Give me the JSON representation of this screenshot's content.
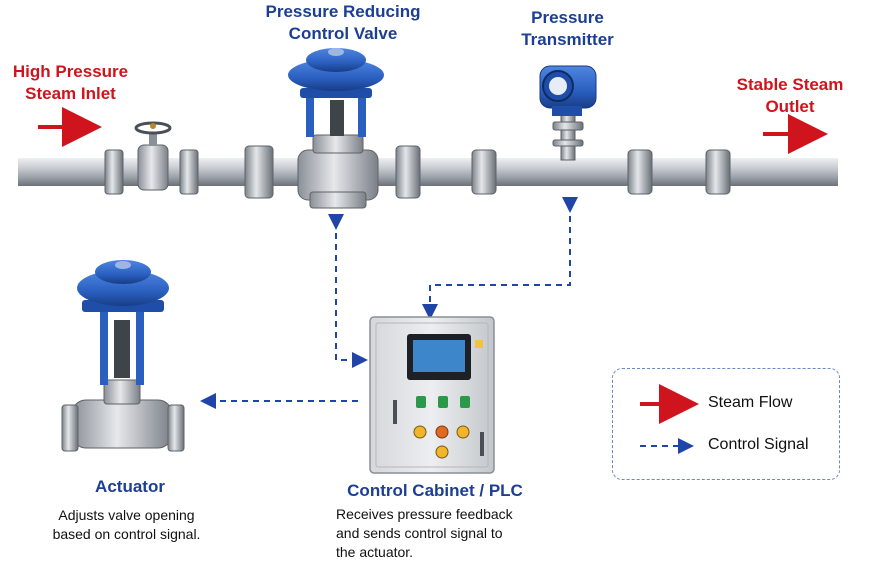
{
  "labels": {
    "high_pressure_inlet": [
      "High Pressure",
      "Steam Inlet"
    ],
    "pressure_reducing_valve": [
      "Pressure Reducing",
      "Control Valve"
    ],
    "pressure_transmitter": [
      "Pressure",
      "Transmitter"
    ],
    "stable_steam_outlet": [
      "Stable Steam",
      "Outlet"
    ],
    "actuator_title": "Actuator",
    "actuator_desc": [
      "Adjusts valve opening",
      "based on control signal."
    ],
    "cabinet_title": "Control Cabinet / PLC",
    "cabinet_desc": [
      "Receives pressure feedback",
      "and sends control signal to",
      "the actuator."
    ]
  },
  "legend": {
    "steam_flow": "Steam Flow",
    "control_signal": "Control Signal"
  },
  "colors": {
    "steam_flow_arrow": "#d0141d",
    "control_signal_line": "#1f45a8",
    "title_blue": "#1c3f94",
    "title_red": "#d0141d",
    "actuator_blue": "#2a5fc0"
  }
}
